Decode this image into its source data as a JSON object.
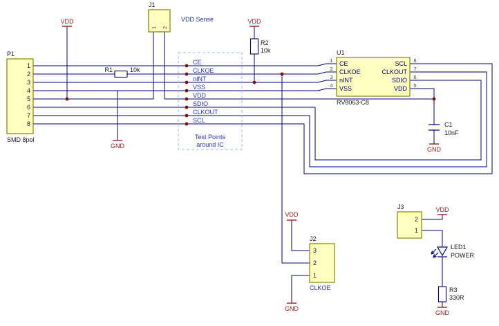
{
  "power": {
    "vdd": "VDD",
    "gnd": "GND"
  },
  "connectors": {
    "p1": {
      "ref": "P1",
      "type": "SMD 8pol",
      "pins": [
        "1",
        "2",
        "3",
        "4",
        "5",
        "6",
        "7",
        "8"
      ]
    },
    "j1": {
      "ref": "J1",
      "note": "VDD Sense",
      "pins": [
        "1",
        "2"
      ]
    },
    "j2": {
      "ref": "J2",
      "net": "CLKOE",
      "pins": [
        "3",
        "2",
        "1"
      ]
    },
    "j3": {
      "ref": "J3",
      "pins": [
        "2",
        "1"
      ]
    }
  },
  "resistors": {
    "r1": {
      "ref": "R1",
      "value": "10k"
    },
    "r2": {
      "ref": "R2",
      "value": "10k"
    },
    "r3": {
      "ref": "R3",
      "value": "330R"
    }
  },
  "capacitors": {
    "c1": {
      "ref": "C1",
      "value": "10nF"
    }
  },
  "diodes": {
    "led1": {
      "ref": "LED1",
      "value": "POWER"
    }
  },
  "ic": {
    "u1": {
      "ref": "U1",
      "part": "RV8063-C8",
      "left_pins": [
        {
          "num": "1",
          "name": "CE"
        },
        {
          "num": "2",
          "name": "CLKOE"
        },
        {
          "num": "3",
          "name": "nINT"
        },
        {
          "num": "4",
          "name": "VSS"
        }
      ],
      "right_pins": [
        {
          "num": "8",
          "name": "SCL"
        },
        {
          "num": "7",
          "name": "CLKOUT"
        },
        {
          "num": "6",
          "name": "SDIO"
        },
        {
          "num": "5",
          "name": "VDD"
        }
      ]
    }
  },
  "test_points": {
    "title1": "Test Points",
    "title2": "around IC",
    "nets": [
      "CE",
      "CLKOE",
      "nINT",
      "VSS",
      "VDD",
      "SDIO",
      "CLKOUT",
      "SCL"
    ]
  },
  "colors": {
    "wire": "#00007F",
    "power": "#A02020",
    "component_fill": "#FFFFC0",
    "component_border": "#8B8000",
    "net_label": "#2233CC",
    "junction": "#7A1010"
  }
}
